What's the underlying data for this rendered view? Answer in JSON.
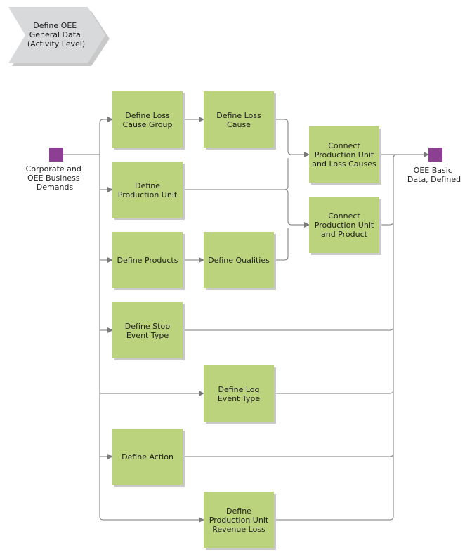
{
  "colors": {
    "box_fill": "#bcd37d",
    "box_shadow": "#c9c9c9",
    "event_fill": "#8c3f93",
    "header_fill": "#d8d9db",
    "line": "#7a7a7a"
  },
  "header": {
    "lines": [
      "Define OEE",
      "General Data",
      "(Activity Level)"
    ]
  },
  "start_event": {
    "lines": [
      "Corporate and",
      "OEE Business",
      "Demands"
    ]
  },
  "end_event": {
    "lines": [
      "OEE Basic",
      "Data, Defined"
    ]
  },
  "activities": {
    "loss_cause_group": [
      "Define Loss",
      "Cause Group"
    ],
    "loss_cause": [
      "Define Loss",
      "Cause"
    ],
    "connect_loss": [
      "Connect",
      "Production Unit",
      "and Loss Causes"
    ],
    "production_unit": [
      "Define",
      "Production Unit"
    ],
    "connect_product": [
      "Connect",
      "Production Unit",
      "and Product"
    ],
    "products": [
      "Define Products"
    ],
    "qualities": [
      "Define Qualities"
    ],
    "stop_event": [
      "Define Stop",
      "Event Type"
    ],
    "log_event": [
      "Define Log",
      "Event Type"
    ],
    "action": [
      "Define Action"
    ],
    "revenue_loss": [
      "Define",
      "Production Unit",
      "Revenue Loss"
    ]
  }
}
